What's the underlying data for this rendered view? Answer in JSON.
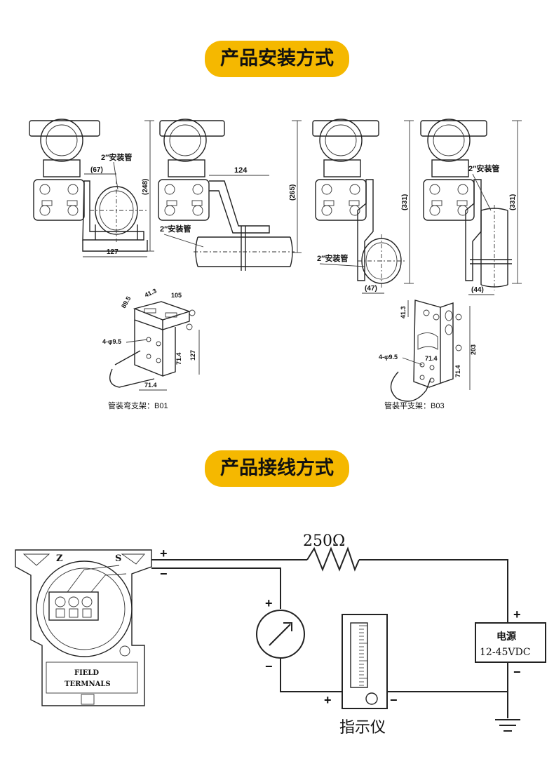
{
  "sections": {
    "install_title": "产品安装方式",
    "wiring_title": "产品接线方式"
  },
  "install": {
    "fig1": {
      "dim_width": "(67)",
      "dim_height": "(248)",
      "dim_base": "127",
      "pipe_label": "2″安装管"
    },
    "fig2": {
      "dim_width": "124",
      "dim_height": "(265)",
      "pipe_label": "2″安装管"
    },
    "fig3": {
      "dim_height": "(331)",
      "dim_base": "(47)",
      "pipe_label": "2″安装管"
    },
    "fig4": {
      "dim_height": "(331)",
      "dim_base": "(44)",
      "pipe_label": "2″安装管"
    },
    "bracket_b01": {
      "caption": "管装弯支架：B01",
      "dims": [
        "89.5",
        "41.3",
        "105",
        "4-φ9.5",
        "71.4",
        "127",
        "71.4"
      ]
    },
    "bracket_b03": {
      "caption": "管装平支架：B03",
      "dims": [
        "41.3",
        "4-φ9.5",
        "71.4",
        "71.4",
        "203"
      ]
    }
  },
  "wiring": {
    "housing_letters": {
      "z": "Z",
      "s": "S"
    },
    "housing_label_line1": "FIELD",
    "housing_label_line2": "TERMNALS",
    "terminal_plus": "+",
    "terminal_minus": "−",
    "resistor_label": "250Ω",
    "meter_plus": "+",
    "meter_minus": "−",
    "indicator_plus": "+",
    "indicator_minus": "−",
    "indicator_label": "指示仪",
    "power_line1": "电源",
    "power_line2": "12-45VDC",
    "power_plus": "+",
    "power_minus": "−"
  }
}
